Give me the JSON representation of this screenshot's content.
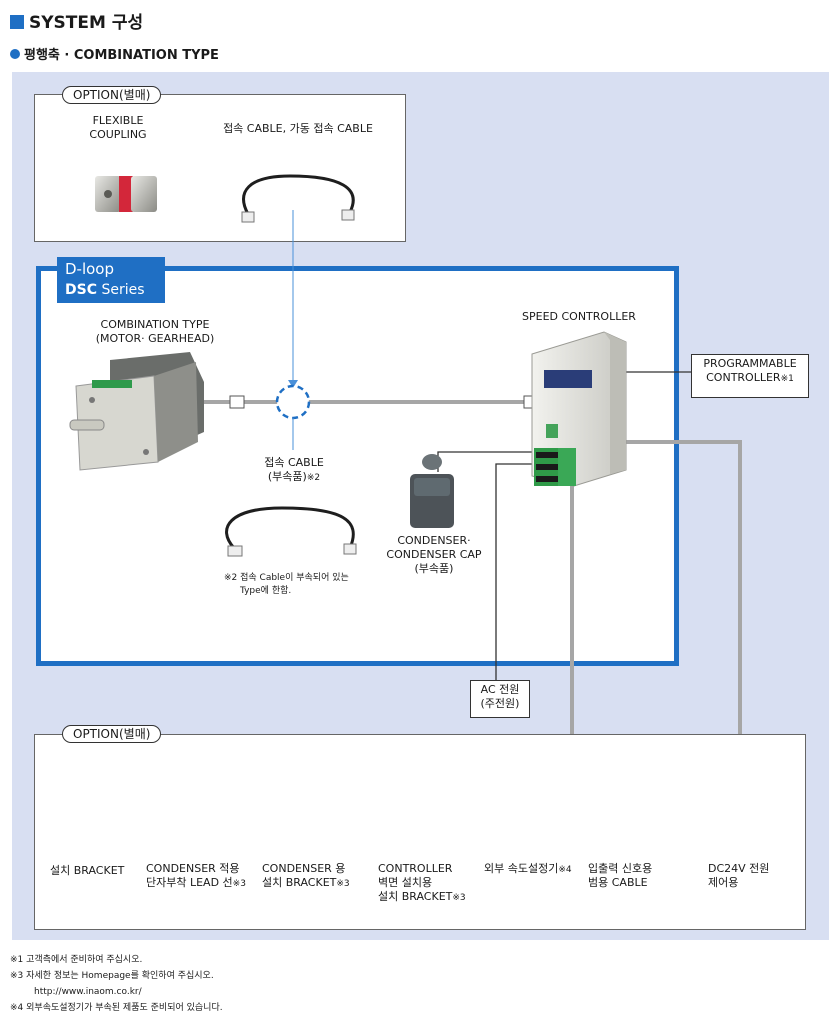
{
  "header": {
    "title": "SYSTEM 구성",
    "subtitle": "평행축 · COMBINATION TYPE"
  },
  "option_top": {
    "tag": "OPTION(별매)",
    "flex_label_1": "FLEXIBLE",
    "flex_label_2": "COUPLING",
    "cable_label": "접속 CABLE, 가동 접속 CABLE"
  },
  "dsc": {
    "badge_line1": "D-loop",
    "badge_brand": "DSC",
    "badge_series": "Series",
    "combo_label_1": "COMBINATION TYPE",
    "combo_label_2": "(MOTOR· GEARHEAD)",
    "speed_controller": "SPEED CONTROLLER",
    "cable_1": "접속 CABLE",
    "cable_2": "(부속품)",
    "cable_mark": "※2",
    "cable_note_1": "※2 접속 Cable이 부속되어 있는",
    "cable_note_2": "Type에 한함.",
    "cond_1": "CONDENSER·",
    "cond_2": "CONDENSER CAP",
    "cond_3": "(부속품)"
  },
  "callouts": {
    "plc_1": "PROGRAMMABLE",
    "plc_2": "CONTROLLER",
    "plc_mark": "※1",
    "ac_1": "AC 전원",
    "ac_2": "(주전원)"
  },
  "option_bottom": {
    "tag": "OPTION(별매)",
    "items": [
      {
        "l1": "설치 BRACKET",
        "l2": "",
        "l3": "",
        "mark": ""
      },
      {
        "l1": "CONDENSER 적용",
        "l2": "단자부착 LEAD 선",
        "l3": "",
        "mark": "※3"
      },
      {
        "l1": "CONDENSER 용",
        "l2": "설치 BRACKET",
        "l3": "",
        "mark": "※3"
      },
      {
        "l1": "CONTROLLER",
        "l2": "벽면 설치용",
        "l3": "설치 BRACKET",
        "mark": "※3"
      },
      {
        "l1": "외부 속도설정기",
        "l2": "",
        "l3": "",
        "mark": "※4"
      },
      {
        "l1": "입출력 신호용",
        "l2": "범용 CABLE",
        "l3": "",
        "mark": ""
      },
      {
        "l1": "DC24V 전원",
        "l2": "제어용",
        "l3": "",
        "mark": ""
      }
    ]
  },
  "footnotes": {
    "n1": "※1  고객측에서 준비하여 주십시오.",
    "n3": "※3  자세한 정보는 Homepage를 확인하여 주십시오.",
    "url": "http://www.inaom.co.kr/",
    "n4": "※4  외부속도설정기가 부속된 제품도 준비되어 있습니다."
  },
  "colors": {
    "accent": "#1f6fc4",
    "panel": "#d8dff2",
    "wire": "#a6a6a6"
  }
}
